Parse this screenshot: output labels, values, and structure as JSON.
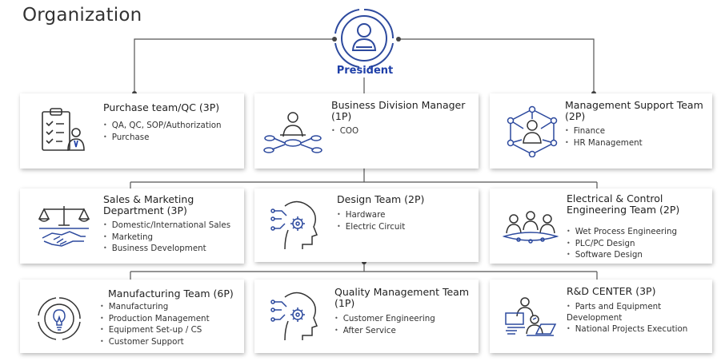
{
  "page": {
    "title": "Organization"
  },
  "president": {
    "label": "President"
  },
  "colors": {
    "accent": "#1e3fa8",
    "icon_stroke": "#2d4a9e",
    "line": "#555555"
  },
  "teams": [
    {
      "name": "Purchase team/QC (3P)",
      "icon": "clipboard-person-icon",
      "items": [
        "QA, QC, SOP/Authorization",
        "Purchase"
      ]
    },
    {
      "name": "Business Division Manager (1P)",
      "icon": "manager-network-icon",
      "items": [
        "COO"
      ]
    },
    {
      "name": "Management Support Team (2P)",
      "icon": "hexagon-network-icon",
      "items": [
        "Finance",
        "HR Management"
      ]
    },
    {
      "name": "Sales & Marketing Department (3P)",
      "icon": "scale-handshake-icon",
      "items": [
        "Domestic/International Sales",
        "Marketing",
        "Business Development"
      ]
    },
    {
      "name": "Design Team (2P)",
      "icon": "head-gear-icon",
      "items": [
        "Hardware",
        "Electric Circuit"
      ]
    },
    {
      "name": "Electrical & Control Engineering Team (2P)",
      "icon": "team-meeting-icon",
      "items": [
        "Wet Process Engineering",
        "PLC/PC Design",
        "Software Design"
      ]
    },
    {
      "name": "Manufacturing Team (6P)",
      "icon": "lightbulb-circle-icon",
      "items": [
        "Manufacturing",
        "Production Management",
        "Equipment Set-up / CS",
        "Customer Support"
      ]
    },
    {
      "name": "Quality Management Team (1P)",
      "icon": "head-gear-icon",
      "items": [
        "Customer Engineering",
        "After Service"
      ]
    },
    {
      "name": "R&D CENTER (3P)",
      "icon": "research-desk-icon",
      "items": [
        "Parts and Equipment Development",
        "National Projects Execution"
      ]
    }
  ]
}
